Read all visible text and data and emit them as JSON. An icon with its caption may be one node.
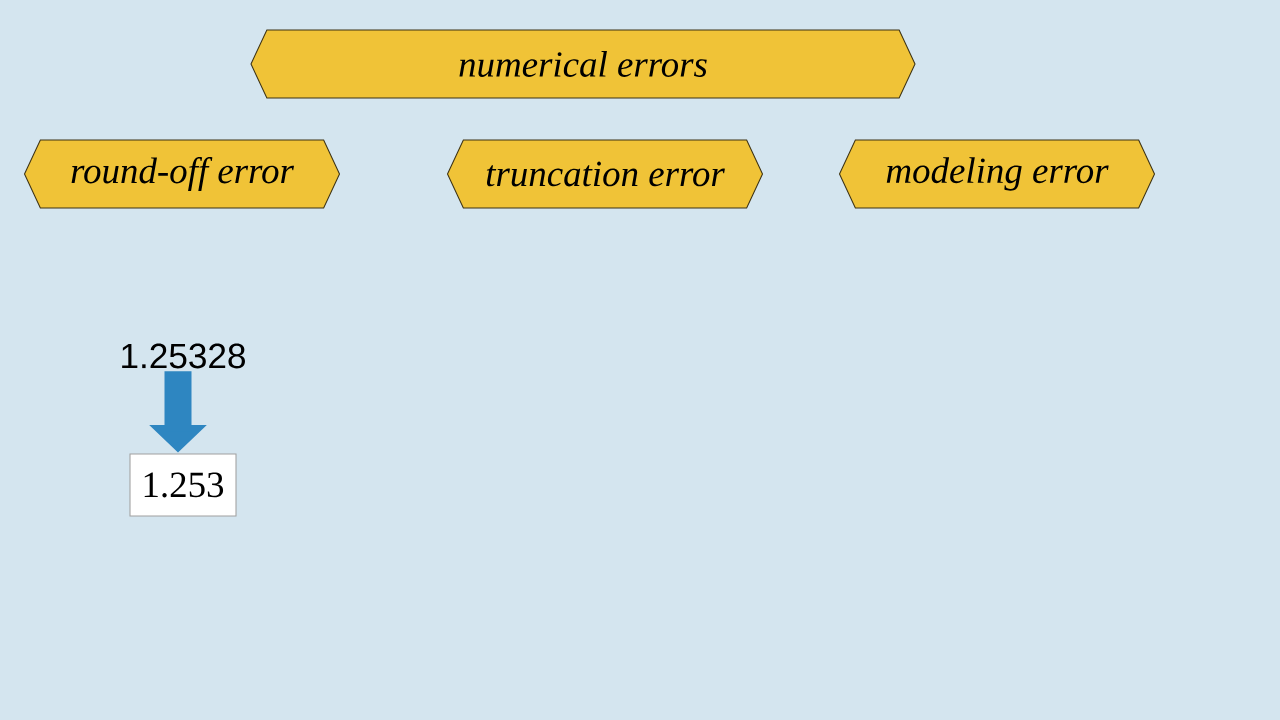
{
  "diagram": {
    "nodes": [
      {
        "text": [
          "numerical errors"
        ]
      },
      {
        "text": [
          "round-off error"
        ]
      },
      {
        "text": [
          "truncation error"
        ]
      },
      {
        "text": [
          "modeling error"
        ]
      },
      {
        "text": [
          "1.25328"
        ]
      },
      {
        "text": [
          "1.253"
        ]
      }
    ],
    "edges": [
      {
        "from": 4,
        "to": 5,
        "arrow": "to",
        "color": "#2e86c1"
      }
    ]
  }
}
